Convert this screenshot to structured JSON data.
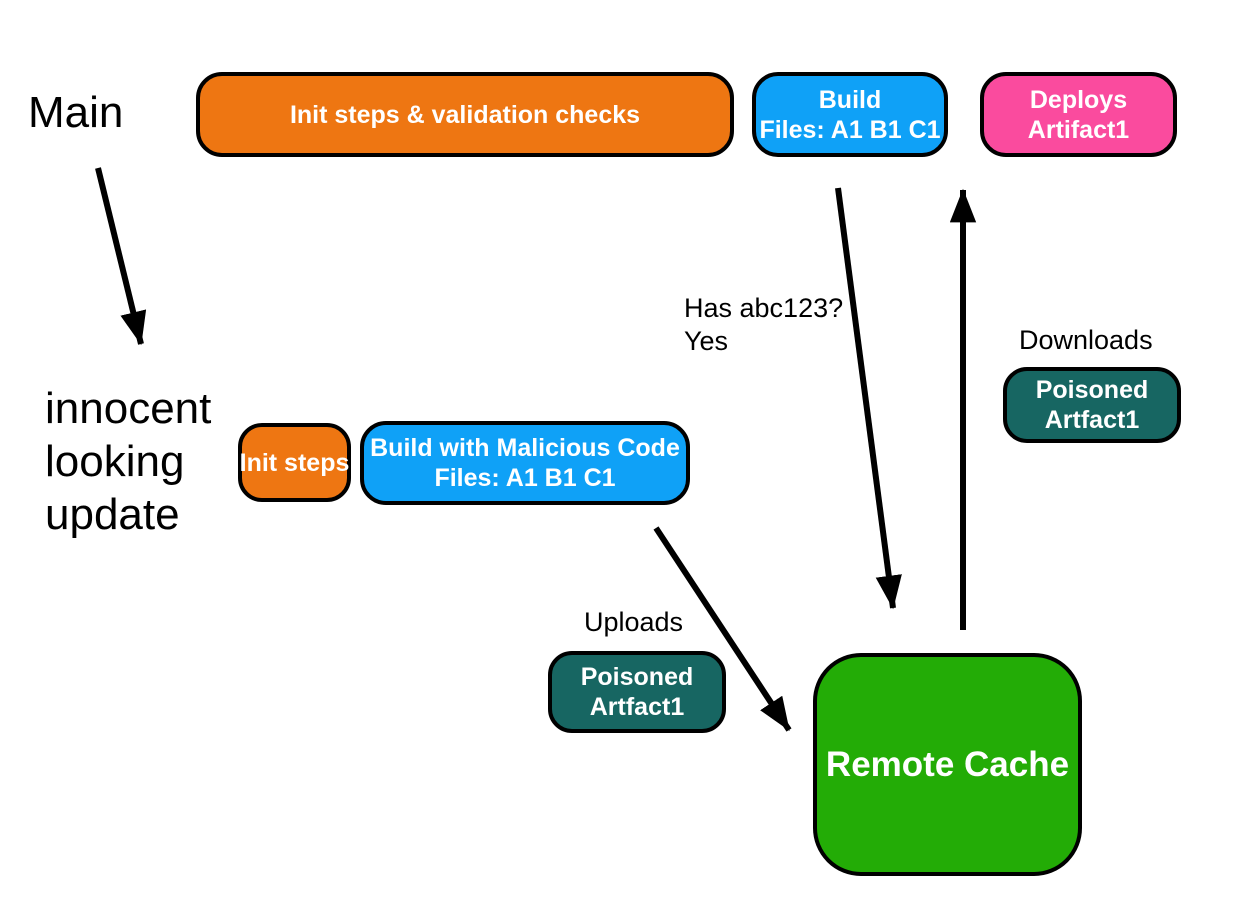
{
  "canvas": {
    "background": "#ffffff"
  },
  "colors": {
    "orange": "#EE7612",
    "blue": "#0FA1F7",
    "pink": "#FA4B9E",
    "teal": "#176662",
    "green": "#23AC06",
    "arrow": "#000000",
    "node_text": "#ffffff",
    "label_text": "#000000"
  },
  "labels": {
    "main": "Main",
    "innocent_line1": "innocent",
    "innocent_line2": "looking",
    "innocent_line3": "update",
    "has_abc_line1": "Has abc123?",
    "has_abc_line2": "Yes",
    "downloads": "Downloads",
    "uploads": "Uploads"
  },
  "nodes": {
    "init_validation": {
      "line1": "Init steps & validation checks",
      "color": "#EE7612"
    },
    "build": {
      "line1": "Build",
      "line2": "Files: A1 B1 C1",
      "color": "#0FA1F7"
    },
    "deploys": {
      "line1": "Deploys",
      "line2": "Artifact1",
      "color": "#FA4B9E"
    },
    "init_steps": {
      "line1": "Init steps",
      "color": "#EE7612"
    },
    "build_malicious": {
      "line1": "Build with Malicious Code",
      "line2": "Files: A1 B1 C1",
      "color": "#0FA1F7"
    },
    "poisoned_download": {
      "line1": "Poisoned",
      "line2": "Artfact1",
      "color": "#176662"
    },
    "poisoned_upload": {
      "line1": "Poisoned",
      "line2": "Artfact1",
      "color": "#176662"
    },
    "remote_cache": {
      "line1": "Remote Cache",
      "color": "#23AC06"
    }
  }
}
